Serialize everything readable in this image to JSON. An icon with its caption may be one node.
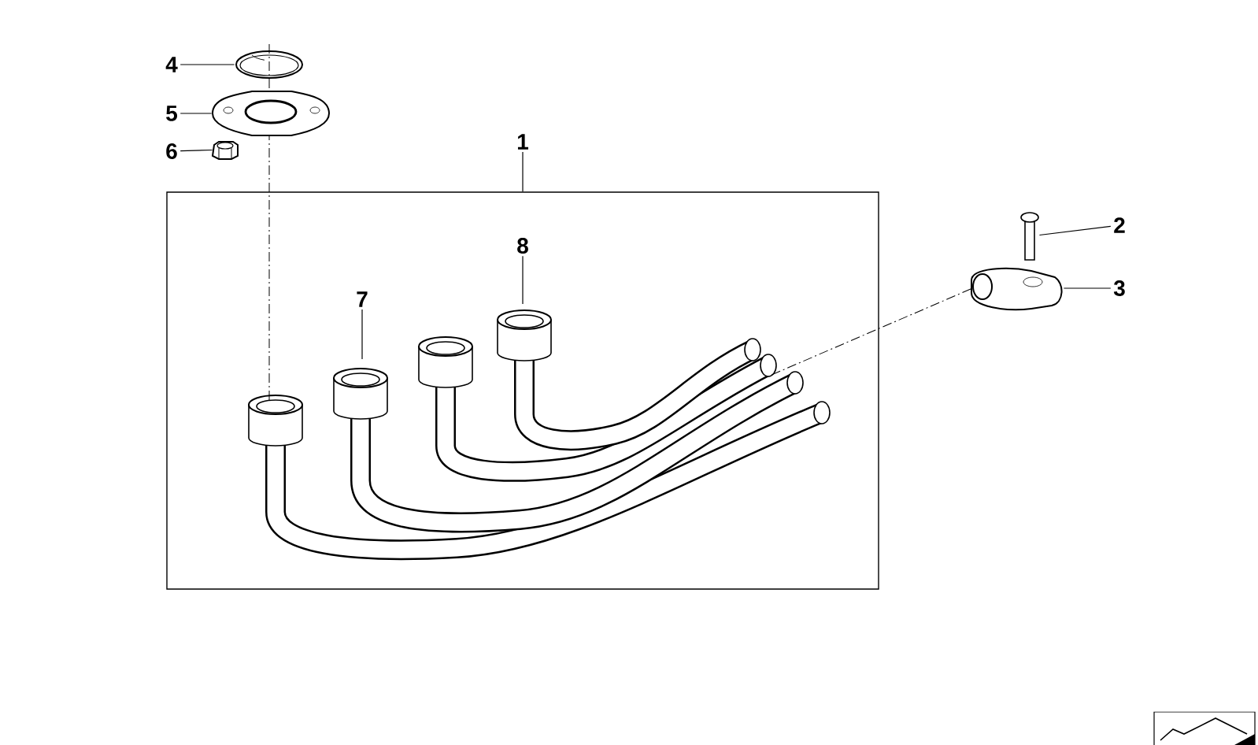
{
  "diagram": {
    "nodes": [
      {
        "text": [
          "4"
        ]
      },
      {
        "text": [],
        "shape": "picture"
      },
      {
        "text": [
          "5"
        ]
      },
      {
        "text": [],
        "shape": "picture"
      },
      {
        "text": [
          "6"
        ]
      },
      {
        "text": [],
        "shape": "picture"
      },
      {
        "text": [
          "1"
        ]
      },
      {
        "text": [],
        "shape": "box"
      },
      {
        "text": [
          "2"
        ]
      },
      {
        "text": [],
        "shape": "picture"
      },
      {
        "text": [
          "8"
        ],
        "in": 7
      },
      {
        "text": [
          "3"
        ]
      },
      {
        "text": [],
        "shape": "picture"
      },
      {
        "text": [
          "7"
        ],
        "in": 7
      }
    ],
    "edges": [
      {
        "from": 0,
        "to": 1,
        "arrow": "none"
      },
      {
        "from": 2,
        "to": 3,
        "arrow": "none"
      },
      {
        "from": 4,
        "to": 5,
        "arrow": "none"
      },
      {
        "from": 6,
        "to": 7,
        "arrow": "none"
      },
      {
        "from": 8,
        "to": 9,
        "arrow": "none"
      },
      {
        "from": 10,
        "to": null,
        "arrow": "none"
      },
      {
        "from": 11,
        "to": 12,
        "arrow": "none"
      },
      {
        "from": 13,
        "to": null,
        "arrow": "none"
      }
    ]
  }
}
